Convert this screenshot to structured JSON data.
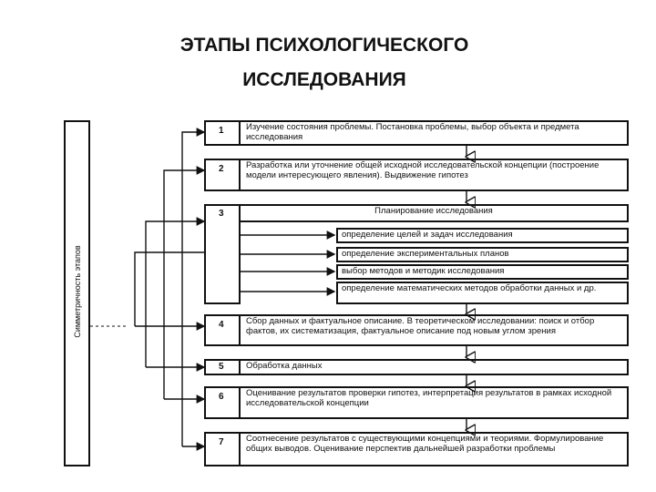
{
  "title_line1": "ЭТАПЫ ПСИХОЛОГИЧЕСКОГО",
  "title_line2": "ИССЛЕДОВАНИЯ",
  "side_label": "Симметричность этапов",
  "stages": [
    {
      "num": "1",
      "text": "Изучение состояния проблемы. Постановка проблемы, выбор объекта и предмета исследования"
    },
    {
      "num": "2",
      "text": "Разработка или уточнение общей исходной исследовательской концепции (построение модели интересующего явления). Выдвижение гипотез"
    },
    {
      "num": "3",
      "text": "Планирование исследования"
    },
    {
      "num": "4",
      "text": "Сбор данных и фактуальное описание. В теоретическом исследовании: поиск и отбор фактов, их систематизация, фактуальное описание под новым углом зрения"
    },
    {
      "num": "5",
      "text": "Обработка данных"
    },
    {
      "num": "6",
      "text": "Оценивание результатов проверки гипотез, интерпретация результатов в рамках исходной исследовательской концепции"
    },
    {
      "num": "7",
      "text": "Соотнесение результатов с существующими концепциями и теориями. Формулирование общих выводов. Оценивание перспектив дальнейшей разработки проблемы"
    }
  ],
  "planning_substeps": [
    "определение целей и задач исследования",
    "определение экспериментальных планов",
    "выбор методов и методик исследования",
    "определение математических методов обработки данных и др."
  ]
}
